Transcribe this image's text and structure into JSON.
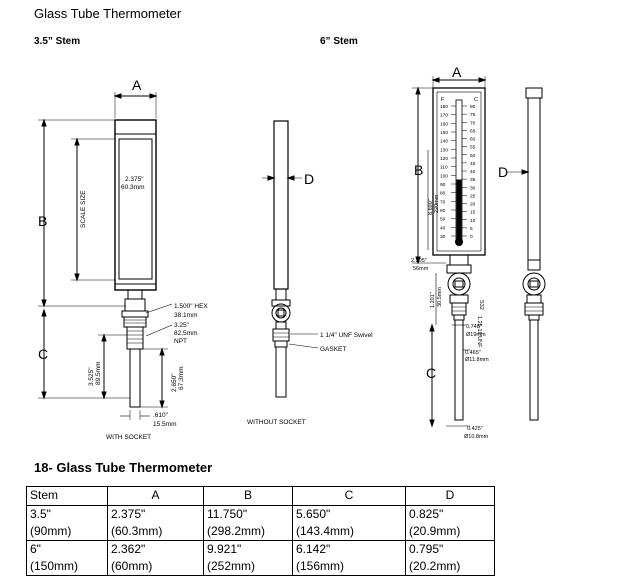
{
  "header": {
    "title": "Glass Tube Thermometer",
    "stem_35_label": "3.5” Stem",
    "stem_6_label": "6” Stem"
  },
  "drawing_35": {
    "dim_a": "A",
    "dim_b": "B",
    "dim_c": "C",
    "dim_d": "D",
    "scale_size": "SCALE SIZE",
    "width_in": "2.375\"",
    "width_mm": "60.3mm",
    "hex_in": "1.500\" HEX",
    "hex_mm": "38.1mm",
    "npt_in": "3.25\"",
    "npt_mm": "82.5mm",
    "npt": "NPT",
    "c_in": "3.525\"",
    "c_mm": "89.5mm",
    "stem_len_in": "2.650\"",
    "stem_len_mm": "67.3mm",
    "tip_in": ".610\"",
    "tip_mm": "15.5mm",
    "with_socket": "WITH SOCKET",
    "swivel": "1 1/4\" UNF Swivel",
    "gasket": "GASKET",
    "without_socket": "WITHOUT SOCKET"
  },
  "drawing_6": {
    "dim_a": "A",
    "dim_b": "B",
    "dim_c": "C",
    "dim_d": "D",
    "scale_f": "F",
    "scale_c": "C",
    "f_ticks": [
      "180",
      "170",
      "160",
      "150",
      "140",
      "130",
      "120",
      "110",
      "100",
      "90",
      "80",
      "70",
      "60",
      "50",
      "40",
      "30"
    ],
    "c_ticks": [
      "80",
      "75",
      "70",
      "65",
      "60",
      "55",
      "50",
      "45",
      "40",
      "35",
      "30",
      "25",
      "20",
      "15",
      "10",
      "5",
      "0"
    ],
    "height_in": "8.690\"",
    "height_mm": "220mm",
    "base_in": "2.205\"",
    "base_mm": "56mm",
    "neck_in": "1.201\"",
    "neck_mm": "30.5mm",
    "s32": "S32",
    "thread": "1.25-18 UNF",
    "bore_in": "0.748\"",
    "bore_mm": "Ø19mm",
    "stem_in": "0.465\"",
    "stem_mm": "Ø11.8mm",
    "tip_in": "0.425\"",
    "tip_mm": "Ø10.8mm"
  },
  "table": {
    "title": "18- Glass Tube Thermometer",
    "headers": [
      "Stem",
      "A",
      "B",
      "C",
      "D"
    ],
    "rows": [
      [
        [
          "3.5\"",
          "(90mm)"
        ],
        [
          "2.375\"",
          "(60.3mm)"
        ],
        [
          "11.750\"",
          "(298.2mm)"
        ],
        [
          "5.650\"",
          "(143.4mm)"
        ],
        [
          "0.825\"",
          "(20.9mm)"
        ]
      ],
      [
        [
          "6\"",
          "(150mm)"
        ],
        [
          "2.362\"",
          "(60mm)"
        ],
        [
          "9.921\"",
          "(252mm)"
        ],
        [
          "6.142\"",
          "(156mm)"
        ],
        [
          "0.795\"",
          "(20.2mm)"
        ]
      ]
    ]
  }
}
